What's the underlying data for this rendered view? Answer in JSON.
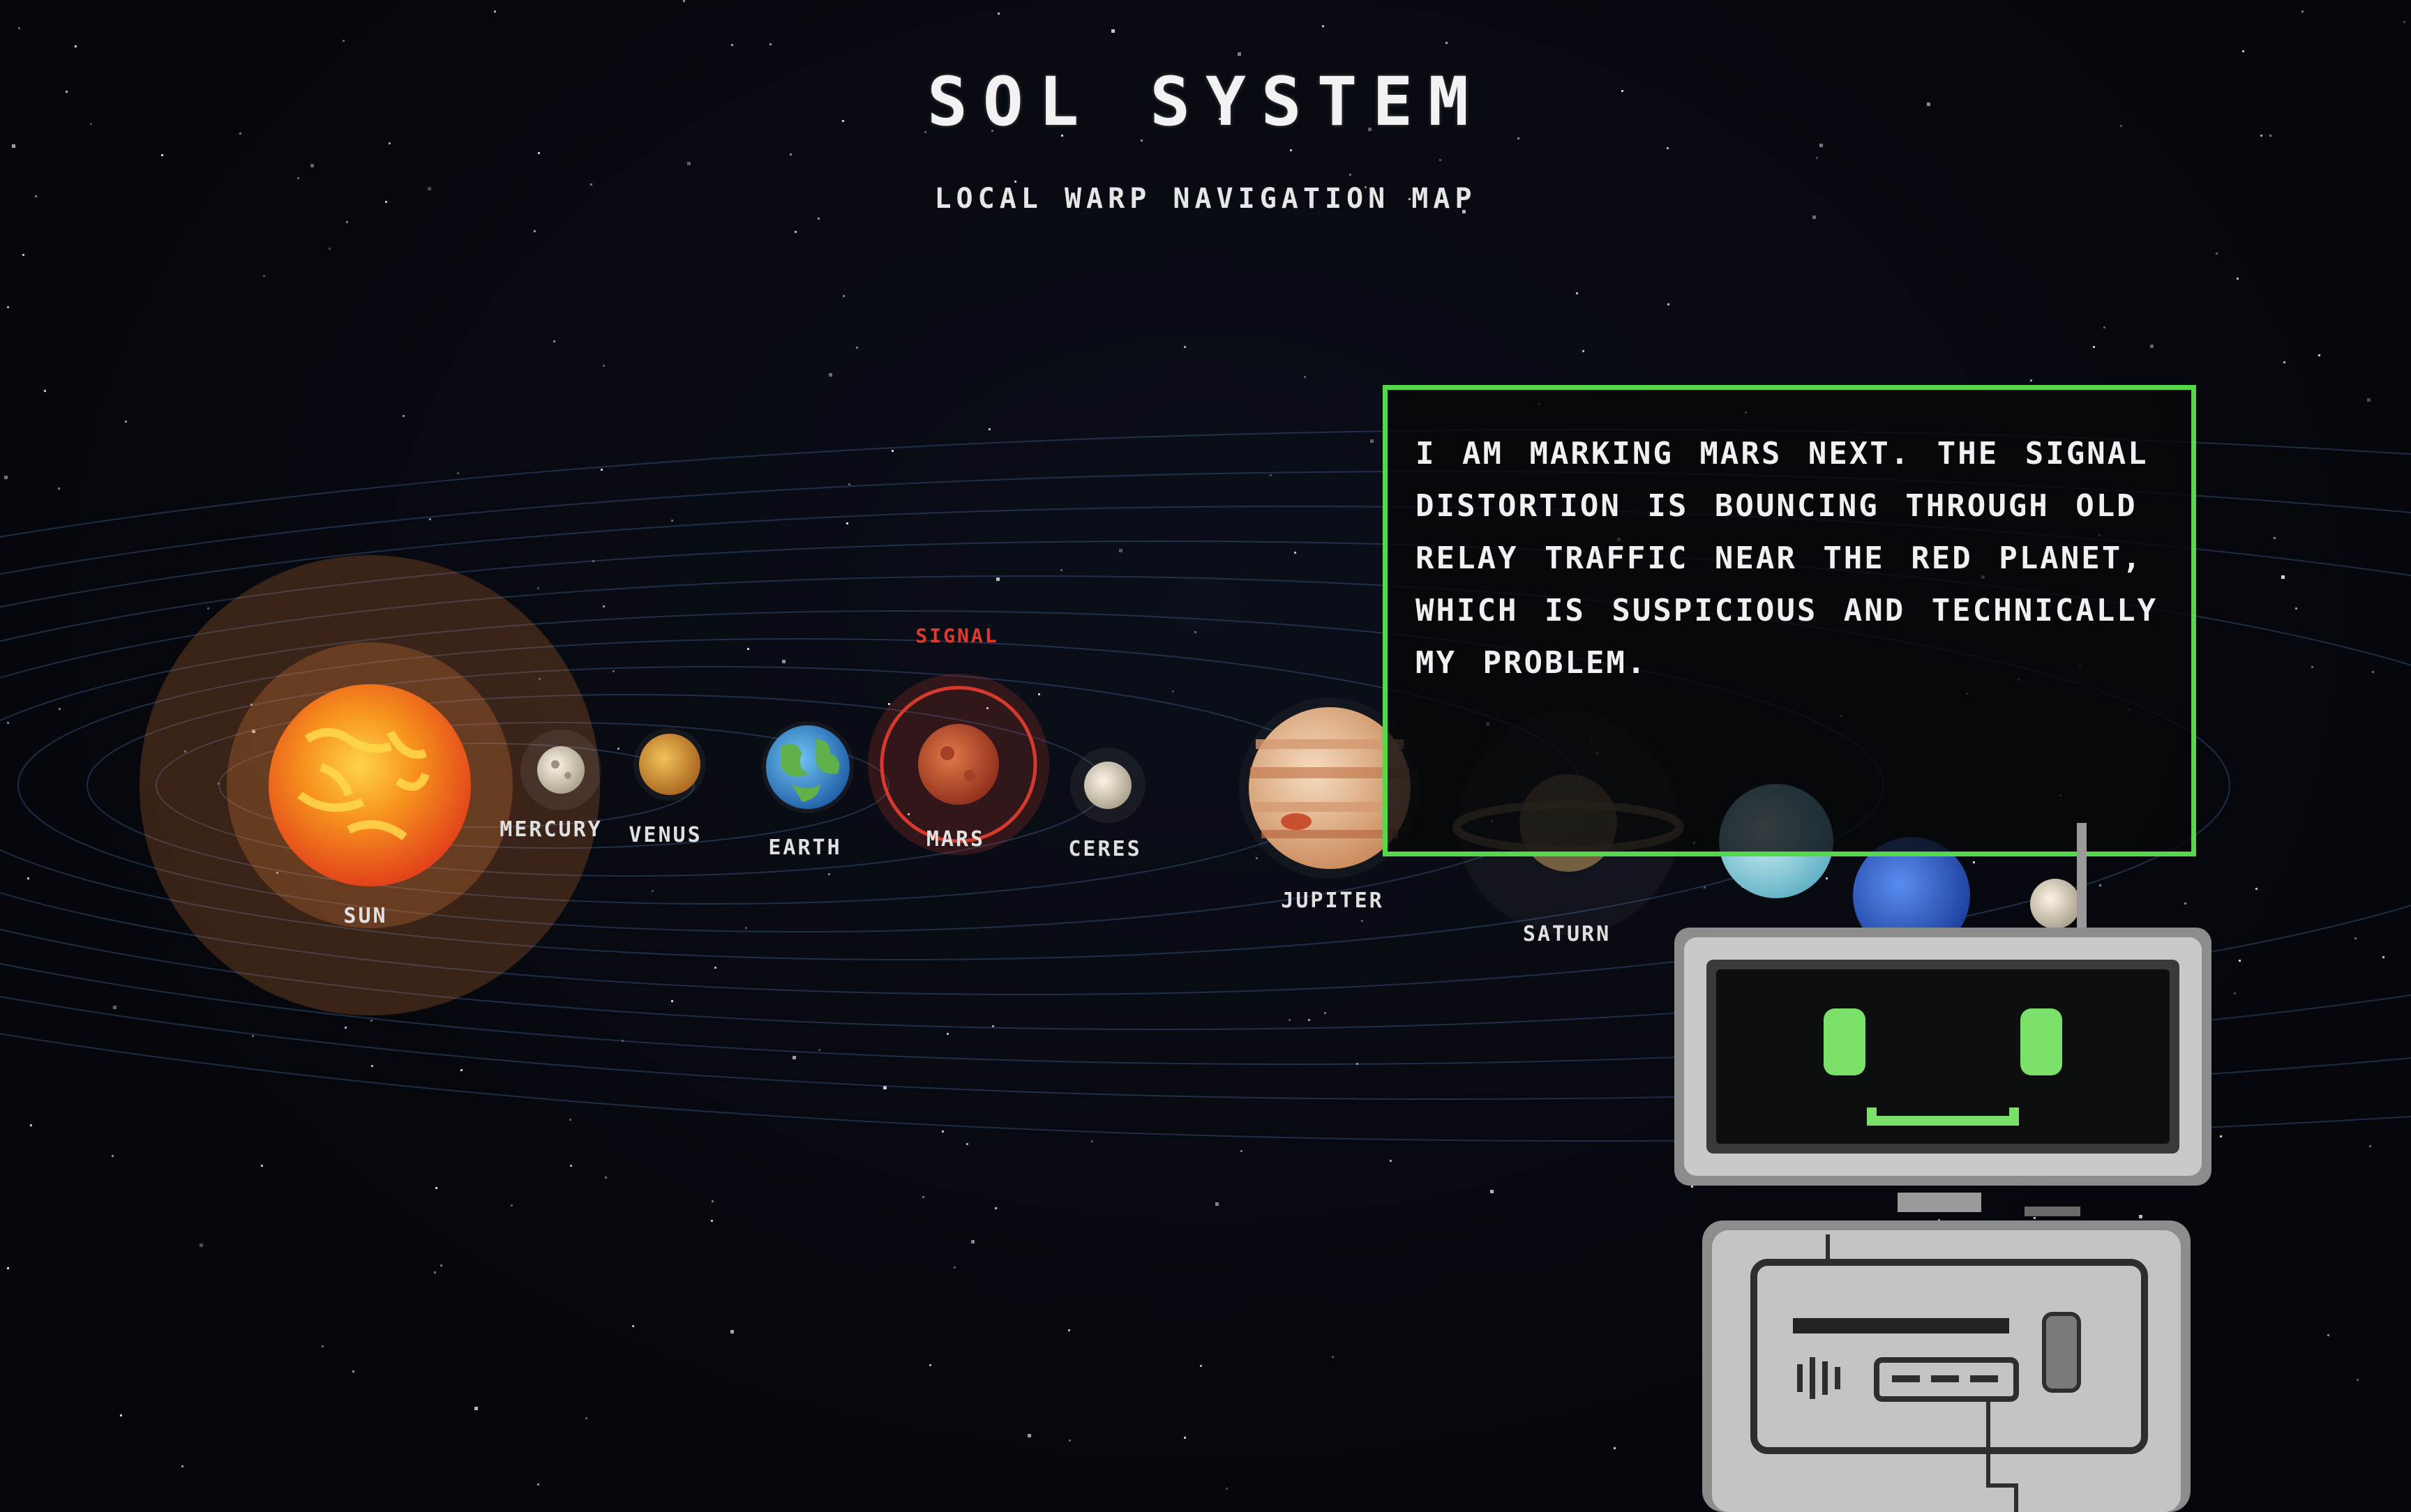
{
  "header": {
    "title": "SOL SYSTEM",
    "subtitle": "LOCAL WARP NAVIGATION MAP"
  },
  "map": {
    "signal_label": "SIGNAL",
    "highlighted_body": "Mars",
    "bodies": [
      {
        "key": "sun",
        "label": "SUN",
        "color": "#f47a1e"
      },
      {
        "key": "mercury",
        "label": "MERCURY",
        "color": "#d9d2c4"
      },
      {
        "key": "venus",
        "label": "VENUS",
        "color": "#d99a3a"
      },
      {
        "key": "earth",
        "label": "EARTH",
        "color": "#3b8fd6"
      },
      {
        "key": "mars",
        "label": "MARS",
        "color": "#c2502e"
      },
      {
        "key": "ceres",
        "label": "CERES",
        "color": "#e8dcc0"
      },
      {
        "key": "jupiter",
        "label": "JUPITER",
        "color": "#e6b58c"
      },
      {
        "key": "saturn",
        "label": "SATURN",
        "color": "#b8915a"
      },
      {
        "key": "uranus",
        "label": "",
        "color": "#9fdce6"
      },
      {
        "key": "neptune",
        "label": "",
        "color": "#2e62c9"
      },
      {
        "key": "pluto",
        "label": "",
        "color": "#e6dcc8"
      }
    ]
  },
  "dialog": {
    "text": "I AM MARKING MARS NEXT. THE SIGNAL DISTORTION IS BOUNCING THROUGH OLD RELAY TRAFFIC NEAR THE RED PLANET, WHICH IS SUSPICIOUS AND TECHNICALLY MY PROBLEM."
  },
  "colors": {
    "dialog_border": "#55d84b",
    "robot_eyes": "#7be06a",
    "signal": "#e03a2c",
    "orbit_lines": "#3d5a8c"
  }
}
